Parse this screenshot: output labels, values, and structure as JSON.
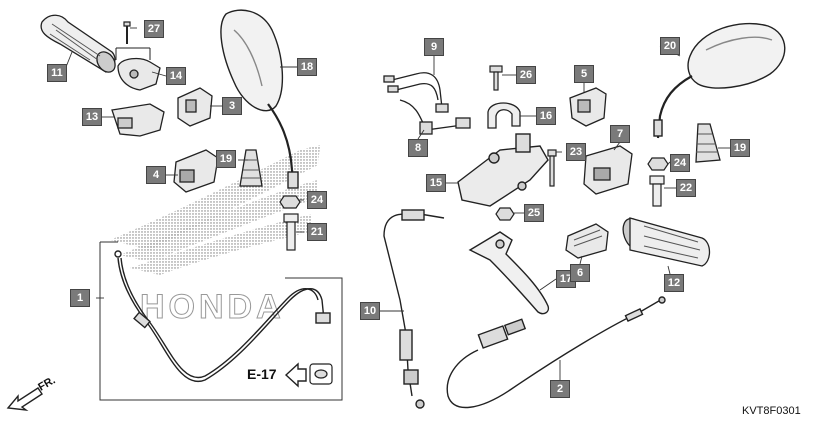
{
  "diagram": {
    "code": "KVT8F0301",
    "reference": "E-17",
    "direction_label": "FR.",
    "watermark_text": "HONDA",
    "callouts": [
      {
        "id": "c11",
        "label": "11"
      },
      {
        "id": "c27",
        "label": "27"
      },
      {
        "id": "c14",
        "label": "14"
      },
      {
        "id": "c13",
        "label": "13"
      },
      {
        "id": "c3",
        "label": "3"
      },
      {
        "id": "c18",
        "label": "18"
      },
      {
        "id": "c4",
        "label": "4"
      },
      {
        "id": "c19a",
        "label": "19"
      },
      {
        "id": "c24a",
        "label": "24"
      },
      {
        "id": "c21",
        "label": "21"
      },
      {
        "id": "c1",
        "label": "1"
      },
      {
        "id": "c9",
        "label": "9"
      },
      {
        "id": "c26",
        "label": "26"
      },
      {
        "id": "c5",
        "label": "5"
      },
      {
        "id": "c20",
        "label": "20"
      },
      {
        "id": "c8",
        "label": "8"
      },
      {
        "id": "c16",
        "label": "16"
      },
      {
        "id": "c7",
        "label": "7"
      },
      {
        "id": "c23",
        "label": "23"
      },
      {
        "id": "c24b",
        "label": "24"
      },
      {
        "id": "c19b",
        "label": "19"
      },
      {
        "id": "c15",
        "label": "15"
      },
      {
        "id": "c22",
        "label": "22"
      },
      {
        "id": "c25",
        "label": "25"
      },
      {
        "id": "c10",
        "label": "10"
      },
      {
        "id": "c17",
        "label": "17"
      },
      {
        "id": "c6",
        "label": "6"
      },
      {
        "id": "c12",
        "label": "12"
      },
      {
        "id": "c2",
        "label": "2"
      }
    ]
  }
}
